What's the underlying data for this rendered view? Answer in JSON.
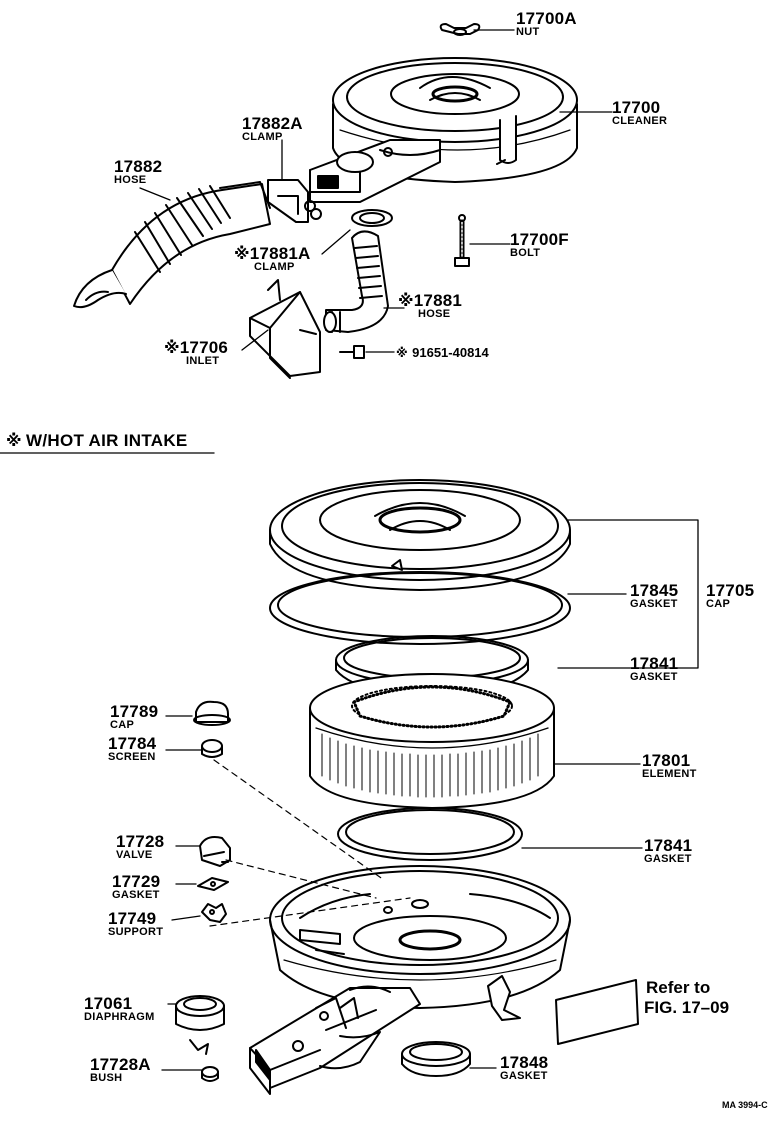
{
  "marker": "※",
  "top_section": {
    "labels": [
      {
        "id": "17700A",
        "num": "17700A",
        "name": "NUT"
      },
      {
        "id": "17700",
        "num": "17700",
        "name": "CLEANER"
      },
      {
        "id": "17882A",
        "num": "17882A",
        "name": "CLAMP"
      },
      {
        "id": "17882",
        "num": "17882",
        "name": "HOSE"
      },
      {
        "id": "17881A",
        "num": "17881A",
        "name": "CLAMP"
      },
      {
        "id": "17700F",
        "num": "17700F",
        "name": "BOLT"
      },
      {
        "id": "17881",
        "num": "17881",
        "name": "HOSE"
      },
      {
        "id": "17706",
        "num": "17706",
        "name": "INLET"
      },
      {
        "id": "91651",
        "num": "91651-40814",
        "name": ""
      }
    ]
  },
  "section_title": "W/HOT AIR INTAKE",
  "bottom_section": {
    "labels": [
      {
        "id": "17845",
        "num": "17845",
        "name": "GASKET"
      },
      {
        "id": "17705",
        "num": "17705",
        "name": "CAP"
      },
      {
        "id": "17841a",
        "num": "17841",
        "name": "GASKET"
      },
      {
        "id": "17789",
        "num": "17789",
        "name": "CAP"
      },
      {
        "id": "17784",
        "num": "17784",
        "name": "SCREEN"
      },
      {
        "id": "17801",
        "num": "17801",
        "name": "ELEMENT"
      },
      {
        "id": "17728",
        "num": "17728",
        "name": "VALVE"
      },
      {
        "id": "17841b",
        "num": "17841",
        "name": "GASKET"
      },
      {
        "id": "17729",
        "num": "17729",
        "name": "GASKET"
      },
      {
        "id": "17749",
        "num": "17749",
        "name": "SUPPORT"
      },
      {
        "id": "17061",
        "num": "17061",
        "name": "DIAPHRAGM"
      },
      {
        "id": "17728A",
        "num": "17728A",
        "name": "BUSH"
      },
      {
        "id": "17848",
        "num": "17848",
        "name": "GASKET"
      }
    ],
    "reference": {
      "line1": "Refer to",
      "line2": "FIG. 17–09"
    }
  },
  "footer_code": "MA 3994-C"
}
